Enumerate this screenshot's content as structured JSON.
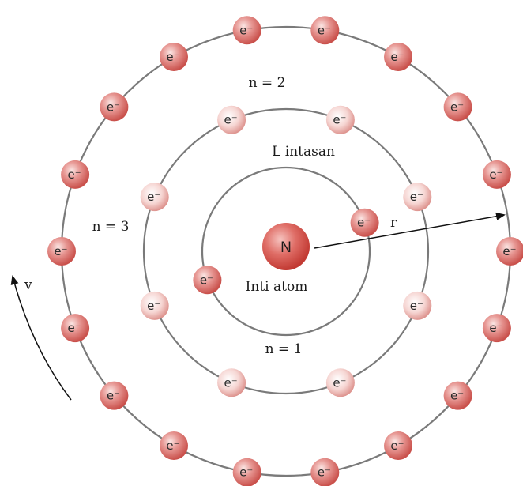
{
  "diagram": {
    "nucleus": {
      "label": "N",
      "caption": "Inti atom"
    },
    "electron_label": "e⁻",
    "shells": [
      {
        "name": "n = 1",
        "electron_count": 2,
        "tint": "dark"
      },
      {
        "name": "n = 2",
        "electron_count": 8,
        "tint": "light"
      },
      {
        "name": "n = 3",
        "electron_count": 18,
        "tint": "dark"
      }
    ],
    "shell_caption": "L intasan",
    "radius_label": "r",
    "velocity_label": "v",
    "colors": {
      "orbit": "#7a7a7a",
      "electron_dark": "#d9706f",
      "electron_light": "#f2bfbb",
      "nucleus": "#d24a43"
    }
  }
}
